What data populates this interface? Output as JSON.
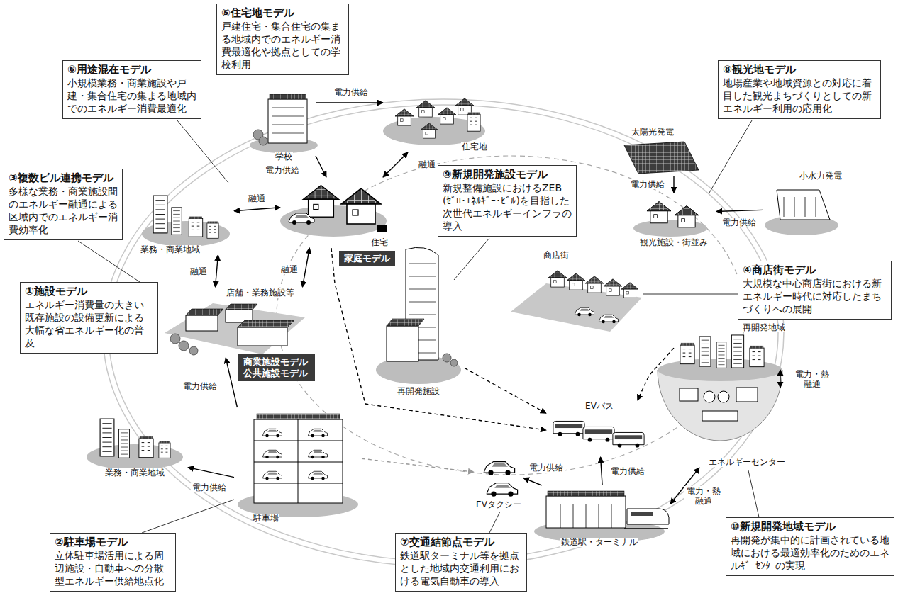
{
  "diagram": {
    "nodes": [
      {
        "text": [
          "⑤住宅地モデル",
          "戸建住宅・集合住宅の集まる地域内でのエネルギー消費最適化や拠点としての学校利用"
        ]
      },
      {
        "text": [
          "⑥用途混在モデル",
          "小規模業務・商業施設や戸建・集合住宅の集まる地域内でのエネルギー消費最適化"
        ]
      },
      {
        "text": [
          "③複数ビル連携モデル",
          "多様な業務・商業施設間のエネルギー融通による区域内でのエネルギー消費効率化"
        ]
      },
      {
        "text": [
          "①施設モデル",
          "エネルギー消費量の大きい既存施設の設備更新による大幅な省エネルギー化の普及"
        ]
      },
      {
        "text": [
          "②駐車場モデル",
          "立体駐車場活用による周辺施設・自動車への分散型エネルギー供給地点化"
        ]
      },
      {
        "text": [
          "⑦交通結節点モデル",
          "鉄道駅ターミナル等を拠点とした地域内交通利用における電気自動車の導入"
        ]
      },
      {
        "text": [
          "⑨新規開発施設モデル",
          "新規整備施設におけるZEB(ｾﾞﾛ･ｴﾈﾙｷﾞｰ･ﾋﾞﾙ)を目指した次世代エネルギーインフラの導入"
        ]
      },
      {
        "text": [
          "⑧観光地モデル",
          "地場産業や地域資源との対応に着目した観光まちづくりとしての新エネルギー利用の応用化"
        ]
      },
      {
        "text": [
          "④商店街モデル",
          "大規模な中心商店街における新エネルギー時代に対応したまちづくりへの展開"
        ]
      },
      {
        "text": [
          "⑩新規開発地域モデル",
          "再開発が集中的に計画されている地域における最適効率化のためのエネルｷﾞｰｾﾝﾀｰの実現"
        ]
      },
      {
        "text": [
          "家庭モデル"
        ]
      },
      {
        "text": [
          "商業施設モデル 公共施設モデル"
        ]
      },
      {
        "text": [
          "学校"
        ]
      },
      {
        "text": [
          "住宅地"
        ]
      },
      {
        "text": [
          "住宅"
        ]
      },
      {
        "text": [
          "業務・商業地域"
        ]
      },
      {
        "text": [
          "店舗・業務施設等"
        ]
      },
      {
        "text": [
          "業務・商業地域"
        ]
      },
      {
        "text": [
          "駐車場"
        ]
      },
      {
        "text": [
          "EVタクシー"
        ]
      },
      {
        "text": [
          "EVバス"
        ]
      },
      {
        "text": [
          "鉄道駅・ターミナル"
        ]
      },
      {
        "text": [
          "再開発地域"
        ]
      },
      {
        "text": [
          "エネルギーセンター"
        ]
      },
      {
        "text": [
          "再開発施設"
        ]
      },
      {
        "text": [
          "商店街"
        ]
      },
      {
        "text": [
          "太陽光発電"
        ]
      },
      {
        "text": [
          "小水力発電"
        ]
      },
      {
        "text": [
          "観光施設・街並み"
        ]
      }
    ],
    "edges": [
      {
        "from": 12,
        "to": 13,
        "arrow": "to",
        "label": "電力供給"
      },
      {
        "from": 12,
        "to": 14,
        "arrow": "to",
        "label": "電力供給"
      },
      {
        "from": 14,
        "to": 13,
        "arrow": "both",
        "label": "融通"
      },
      {
        "from": 15,
        "to": 14,
        "arrow": "both",
        "label": "融通"
      },
      {
        "from": 14,
        "to": 16,
        "arrow": "both",
        "label": "融通"
      },
      {
        "from": 15,
        "to": 16,
        "arrow": "both",
        "label": "融通"
      },
      {
        "from": 18,
        "to": 16,
        "arrow": "to",
        "label": "電力供給"
      },
      {
        "from": 18,
        "to": 17,
        "arrow": "to",
        "label": "電力供給"
      },
      {
        "from": 18,
        "to": 19,
        "arrow": "to"
      },
      {
        "from": 21,
        "to": 19,
        "arrow": "to",
        "label": "電力供給"
      },
      {
        "from": 21,
        "to": 20,
        "arrow": "to",
        "label": "電力供給"
      },
      {
        "from": 21,
        "to": 23,
        "arrow": "both",
        "label": "電力・熱 融通"
      },
      {
        "from": 22,
        "to": 23,
        "arrow": "both",
        "label": "電力・熱 融通"
      },
      {
        "from": 26,
        "to": 28,
        "arrow": "to",
        "label": "電力供給"
      },
      {
        "from": 27,
        "to": 28,
        "arrow": "to",
        "label": "電力供給"
      },
      {
        "from": 14,
        "to": 20,
        "arrow": "to"
      },
      {
        "from": 24,
        "to": 20,
        "arrow": "to"
      },
      {
        "from": 22,
        "to": 20,
        "arrow": "to"
      }
    ]
  }
}
